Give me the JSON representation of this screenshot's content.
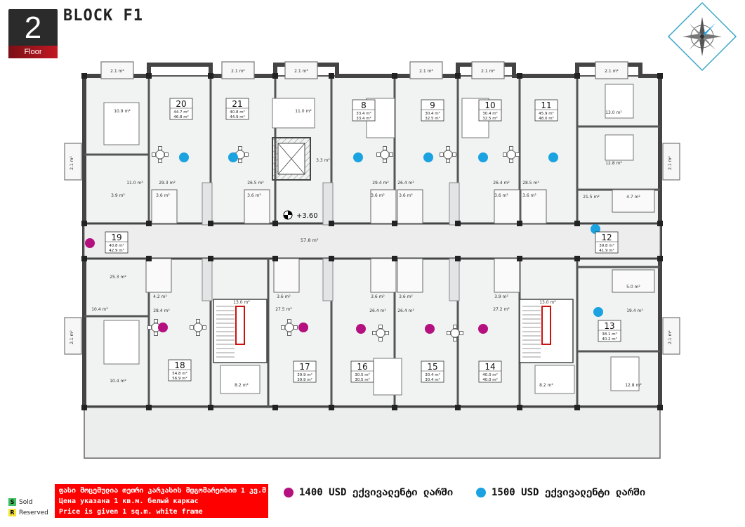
{
  "header": {
    "floor_number": "2",
    "floor_word": "Floor",
    "block_title": "BLOCK F1"
  },
  "plan": {
    "elevation_mark": "+3.60",
    "corridor_area": "57.8 m²",
    "apartments_top": [
      {
        "num": "20",
        "areas": [
          "44.7 m²",
          "46.8 m²"
        ]
      },
      {
        "num": "21",
        "areas": [
          "40.8 m²",
          "44.9 m²"
        ]
      },
      {
        "num": "8",
        "areas": [
          "33.4 m²",
          "33.4 m²"
        ]
      },
      {
        "num": "9",
        "areas": [
          "30.4 m²",
          "32.5 m²"
        ]
      },
      {
        "num": "10",
        "areas": [
          "30.4 m²",
          "32.5 m²"
        ]
      },
      {
        "num": "11",
        "areas": [
          "45.9 m²",
          "48.0 m²"
        ]
      }
    ],
    "apartments_side": [
      {
        "num": "19",
        "areas": [
          "40.8 m²",
          "42.9 m²"
        ]
      },
      {
        "num": "12",
        "areas": [
          "39.8 m²",
          "41.9 m²"
        ]
      },
      {
        "num": "13",
        "areas": [
          "38.1 m²",
          "40.2 m²"
        ]
      }
    ],
    "apartments_bottom": [
      {
        "num": "18",
        "areas": [
          "54.8 m²",
          "56.9 m²"
        ]
      },
      {
        "num": "17",
        "areas": [
          "39.9 m²",
          "39.9 m²"
        ]
      },
      {
        "num": "16",
        "areas": [
          "30.5 m²",
          "30.5 m²"
        ]
      },
      {
        "num": "15",
        "areas": [
          "30.4 m²",
          "30.4 m²"
        ]
      },
      {
        "num": "14",
        "areas": [
          "40.0 m²",
          "40.0 m²"
        ]
      }
    ],
    "room_labels": {
      "balcony": "2.1 m²",
      "r_10_9": "10.9 m²",
      "r_11_0a": "11.0 m²",
      "r_11_0b": "11.0 m²",
      "r_3_3": "3.3 m²",
      "r_13_0a": "13.0 m²",
      "r_12_8a": "12.8 m²",
      "r_29_3": "29.3 m²",
      "r_3_9a": "3.9 m²",
      "r_3_6": "3.6 m²",
      "r_26_5": "26.5 m²",
      "r_29_4": "29.4 m²",
      "r_26_4": "26.4 m²",
      "r_28_5": "28.5 m²",
      "r_21_5": "21.5 m²",
      "r_4_7": "4.7 m²",
      "r_25_3": "25.3 m²",
      "r_4_2": "4.2 m²",
      "r_28_4": "28.4 m²",
      "r_10_4a": "10.4 m²",
      "r_10_4b": "10.4 m²",
      "r_13_0b": "13.0 m²",
      "r_27_5": "27.5 m²",
      "r_3_9b": "3.9 m²",
      "r_27_2": "27.2 m²",
      "r_13_0c": "13.0 m²",
      "r_5_0": "5.0 m²",
      "r_19_4": "19.4 m²",
      "r_8_2a": "8.2 m²",
      "r_8_2b": "8.2 m²",
      "r_12_8b": "12.8 m²"
    }
  },
  "legend": {
    "sold_letter": "S",
    "sold_label": "Sold",
    "reserved_letter": "R",
    "reserved_label": "Reserved",
    "sold_color": "#3fbf5f",
    "reserved_color": "#f5e43a"
  },
  "notice": {
    "line1": "ფასი მოცემულია თეთრი კარკასის მდგომარეობით 1 კვ.მ",
    "line2": "Цена указана 1 кв.м. белый каркас",
    "line3": "Price is given 1 sq.m. white frame"
  },
  "prices": {
    "magenta_label": "1400 USD ექვივალენტი ლარში",
    "blue_label": "1500 USD ექვივალენტი ლარში",
    "magenta_color": "#b5107f",
    "blue_color": "#1aa3e0"
  }
}
